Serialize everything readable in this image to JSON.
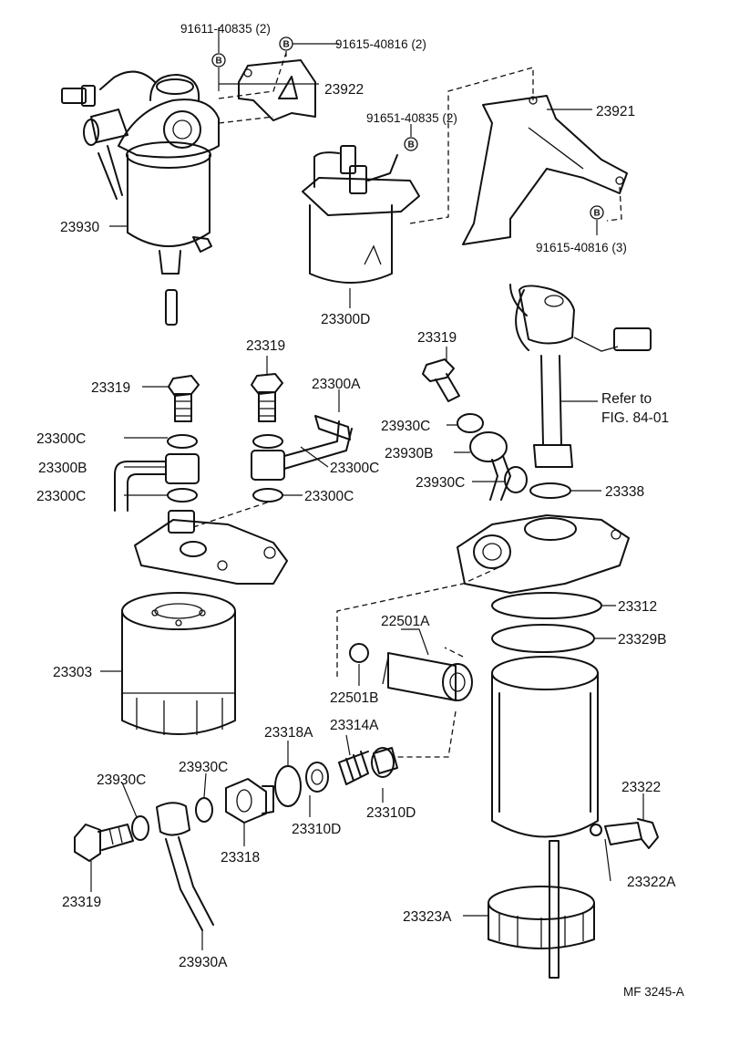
{
  "callouts": {
    "c_91611_40835": "91611-40835 (2)",
    "c_91615_40816_2": "91615-40816 (2)",
    "c_23922": "23922",
    "c_23921": "23921",
    "c_91651_40835": "91651-40835 (2)",
    "c_91615_40816_3": "91615-40816 (3)",
    "c_23930": "23930",
    "c_23300D": "23300D",
    "c_23319_top": "23319",
    "c_23319_left": "23319",
    "c_23300A": "23300A",
    "c_23300C_1": "23300C",
    "c_23300B": "23300B",
    "c_23300C_2": "23300C",
    "c_23300C_3": "23300C",
    "c_23300C_4": "23300C",
    "c_23319_right": "23319",
    "c_23930C_1": "23930C",
    "c_23930B": "23930B",
    "c_23930C_2": "23930C",
    "c_refer": "Refer to",
    "c_fig": "FIG. 84-01",
    "c_23338": "23338",
    "c_23312": "23312",
    "c_23329B": "23329B",
    "c_22501A": "22501A",
    "c_22501B": "22501B",
    "c_23303": "23303",
    "c_23318A": "23318A",
    "c_23314A": "23314A",
    "c_23930C_3": "23930C",
    "c_23930C_4": "23930C",
    "c_23310D_1": "23310D",
    "c_23310D_2": "23310D",
    "c_23318": "23318",
    "c_23319_bottom": "23319",
    "c_23930A": "23930A",
    "c_23322": "23322",
    "c_23322A": "23322A",
    "c_23323A": "23323A",
    "c_code": "MF 3245-A"
  },
  "bolt_mark": "B"
}
